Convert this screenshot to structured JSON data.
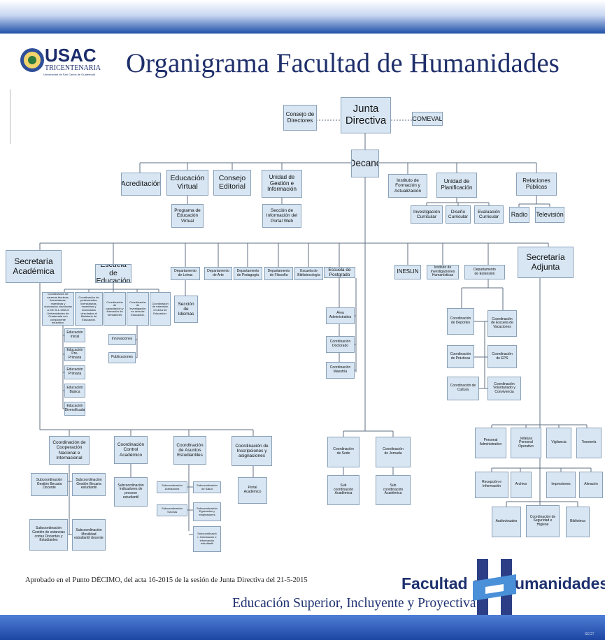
{
  "header": {
    "title": "Organigrama Facultad de Humanidades",
    "logo_text": "USAC",
    "logo_subtitle": "TRICENTENARIA",
    "logo_caption": "Universidad de San Carlos de Guatemala"
  },
  "nodes": {
    "consejo_directores": "Consejo de\nDirectores",
    "junta_directiva": "Junta\nDirectiva",
    "comeval": "COMEVAL",
    "decano": "Decano",
    "acreditacion": "Acreditación",
    "educacion_virtual": "Educación\nVirtual",
    "consejo_editorial": "Consejo\nEditorial",
    "unidad_gestion": "Unidad de\nGestión e\nInformación",
    "programa_educacion_virtual": "Programa de\nEducación\nVirtual",
    "seccion_informacion": "Sección de\nInformación del\nPortal Web",
    "instituto_formacion": "Instituto de\nFormación y\nActualización",
    "unidad_planificacion": "Unidad de\nPlanificación",
    "relaciones_publicas": "Relaciones\nPúblicas",
    "investigacion_curricular": "Investigación\nCurricular",
    "diseno_curricular": "Diseño\nCurricular",
    "evaluacion_curricular": "Evaluación\nCurricular",
    "radio": "Radio",
    "television": "Televisión",
    "secretaria_academica": "Secretaría\nAcadémica",
    "escuela_educacion": "Escuela de\nEducación",
    "depto_letras": "Departamento\nde Letras",
    "depto_arte": "Departamento\nde Arte",
    "depto_pedagogia": "Departamento\nde Pedagogía",
    "depto_filosofia": "Departamento\nde Filosofía",
    "escuela_bibliotecologia": "Escuela de\nBibliotecología",
    "escuela_postgrado": "Escuela de\nPostgrado",
    "ineslin": "INESLIN",
    "instituto_investigaciones": "Instituto de\nInvestigaciones\nHumanísticas",
    "depto_extension": "Departamento\nde Extensión",
    "secretaria_adjunta": "Secretaría\nAdjunta",
    "coord_carreras": "Coordinación de carreras técnicas, licenciaturas, maestrías y doctorados vinculadas a DIC 5-1-1984-5 Universidades de Guatemala con componente educativo.",
    "coord_profesorados": "Coordinación de profesorados, licenciaturas, maestrías y doctorados vinculadas al Ministerio de Educación.",
    "coord_capacitacion": "Coordinación de capacitación y formación de formadores",
    "coord_investigacion": "Coordinación de investigación en área de Educación.",
    "coord_extension_educacion": "Coordinación de extensión en área de Educación.",
    "seccion_idiomas": "Sección de\nIdiomas",
    "educacion_inicial": "Educación\nInicial",
    "educacion_preprimaria": "Educación\nPre-Primaria",
    "educacion_primaria": "Educación\nPrimaria",
    "educacion_basica": "Educación\nBásica",
    "educacion_diversificada": "Educación\nDiversificada",
    "innovaciones": "Innovaciones",
    "publicaciones": "Publicaciones",
    "area_administrativa": "Área\nAdministrativa",
    "coord_doctorado": "Coordinación\nDoctorado",
    "coord_maestria": "Coordinación\nMaestría",
    "coord_deportes": "Coordinación\nde Deportes",
    "coord_escuela_vacaciones": "Coordinación\nde Escuela de\nVacaciones",
    "coord_practicas": "Coordinación\nde Prácticas",
    "coord_eps": "Coordinación\nde EPS",
    "coord_cultura": "Coordinación de\nCultura",
    "coord_voluntariado": "Coordinación\nVoluntariado y\nConvivencia",
    "coord_cooperacion": "Coordinación de\nCooperación\nNacional e\nInternacional",
    "coord_control_academico": "Coordinación\nControl\nAcadémico",
    "coord_asuntos_estudiantiles": "Coordinación\nde Asuntos\nEstudiantiles",
    "coord_inscripciones": "Coordinación de\nInscripciones y\nasignaciones",
    "coord_sede": "Coordinación\nde Sede",
    "coord_jornada": "Coordinación\nde Jornada",
    "subcoord_becaria_docente": "Subcoordinación\nGestión Becaria\nDocente",
    "subcoord_becaria_estudiantil": "Subcoordinación\nGestión Becaria\nestudiantil",
    "subcoord_estancias": "Subcoordinación\nGestión de estancias\ncortas Docentes y\nEstudiantes",
    "subcoord_movilidad": "Subcoordinación\nMovilidad\nestudiantil docente",
    "subcoord_indicadores": "Subcoordinación\nIndicadores de\nproceso\nestudiantil",
    "subcoord_admisiones": "Subcoordinación\nAdmisiones",
    "subcoord_salud": "Subcoordinación\nde Salud",
    "subcoord_tutorias": "Subcoordinación\nTutorías",
    "subcoord_egresados": "Subcoordinación\nEgresados y\nempleadores",
    "subcoord_orientacion": "Subcoordinació\nn Orientación e\ninformación\nestudiantil",
    "portal_academico": "Portal\nAcadémico",
    "sub_coord_academica_1": "Sub\ncoordinación\nAcadémica",
    "sub_coord_academica_2": "Sub\ncoordinación\nAcadémica",
    "personal_administrativo": "Personal\nAdministrativo",
    "jefatura_personal": "Jefatura\nPersonal\nOperativo",
    "vigilancia": "Vigilancia",
    "tesoreria": "Tesorería",
    "recepcion": "Recepción e\nInformación",
    "archivo": "Archivo",
    "impresiones": "Impresiones",
    "almacen": "Almacén",
    "audiovisuales": "Audiovisuales",
    "coord_seguridad": "Coordinación de\nSeguridad e\nHigiene",
    "biblioteca": "Biblioteca"
  },
  "footer": {
    "approval_note": "Aprobado en el Punto DÉCIMO, del acta 16-2015 de la sesión de Junta Directiva del 21-5-2015",
    "brand_left": "Facultad de",
    "brand_right": "umanidades",
    "tagline": "Educación Superior, Incluyente y Proyectiva",
    "corner_code": "SEGT"
  },
  "colors": {
    "box_fill": "#d8e6f3",
    "box_border": "#8aa1b8",
    "title_text": "#1f2f6b",
    "band_blue": "#1f4fa8"
  }
}
